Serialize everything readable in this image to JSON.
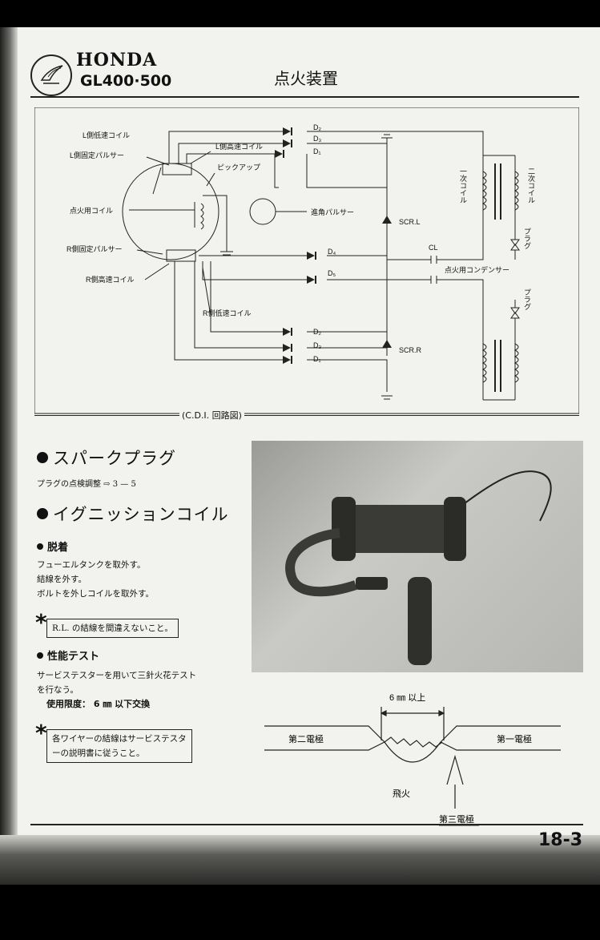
{
  "header": {
    "brand": "HONDA",
    "model": "GL400·500",
    "section": "点火装置"
  },
  "diagram": {
    "caption": "(C.D.I. 回路図)",
    "labels": {
      "l_low_coil": "L側低速コイル",
      "l_high_coil": "L側高速コイル",
      "l_pulser": "L側固定パルサー",
      "pickup": "ピックアップ",
      "ignition_coil": "点火用コイル",
      "advance_pulser": "進角パルサー",
      "r_pulser": "R側固定パルサー",
      "r_high_coil": "R側高速コイル",
      "r_low_coil": "R側低速コイル",
      "scr_l": "SCR.L",
      "scr_r": "SCR.R",
      "cl": "CL",
      "capacitor": "点火用コンデンサー",
      "primary": "一次コイル",
      "secondary": "二次コイル",
      "plug_top": "プラグ",
      "plug_bottom": "プラグ",
      "d2a": "D₂",
      "d3a": "D₃",
      "d1a": "D₁",
      "d4": "D₄",
      "d5": "D₅",
      "d2b": "D₂",
      "d3b": "D₃",
      "d1b": "D₁"
    }
  },
  "spark_plug": {
    "title": "スパークプラグ",
    "text": "プラグの点検調整 ⇨ 3 — 5"
  },
  "ignition_coil": {
    "title": "イグニッションコイル",
    "removal": {
      "title": "脱着",
      "lines": [
        "フューエルタンクを取外す。",
        "結線を外す。",
        "ボルトを外しコイルを取外す。"
      ],
      "note": "R.L. の結線を間違えないこと。"
    },
    "test": {
      "title": "性能テスト",
      "lines": [
        "サービステスターを用いて三針火花テスト",
        "を行なう。"
      ],
      "limit": "使用限度： 6 ㎜ 以下交換",
      "note_lines": [
        "各ワイヤーの結線はサービステスタ",
        "ーの説明書に従うこと。"
      ]
    }
  },
  "spark_test": {
    "gap": "6 ㎜ 以上",
    "second_electrode": "第二電極",
    "first_electrode": "第一電極",
    "spark": "飛火",
    "third_electrode": "第三電極"
  },
  "page_number": "18-3"
}
